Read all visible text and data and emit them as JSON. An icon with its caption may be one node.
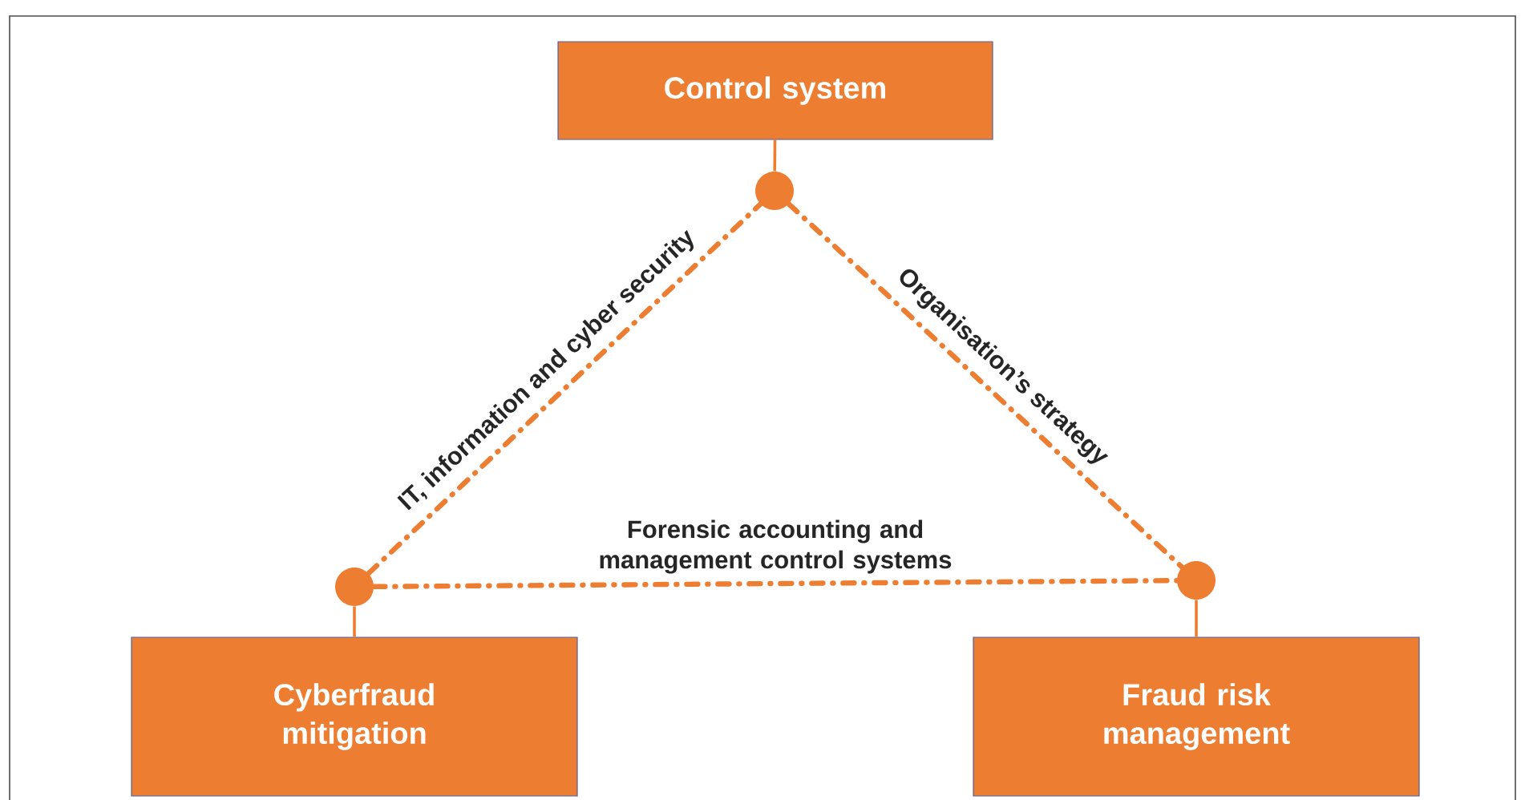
{
  "diagram": {
    "nodes": [
      {
        "text": [
          "Control system"
        ]
      },
      {
        "text": [],
        "shape": "circle"
      },
      {
        "text": [],
        "shape": "circle"
      },
      {
        "text": [],
        "shape": "circle"
      },
      {
        "text": [
          "Cyberfraud mitigation"
        ]
      },
      {
        "text": [
          "Fraud risk management"
        ]
      }
    ],
    "edges": [
      {
        "from": 0,
        "to": 1,
        "arrow": "none"
      },
      {
        "from": 4,
        "to": 2,
        "arrow": "none"
      },
      {
        "from": 5,
        "to": 3,
        "arrow": "none"
      },
      {
        "from": 2,
        "to": 1,
        "arrow": "none",
        "style": "dashed",
        "label": "IT, information and cyber security"
      },
      {
        "from": 1,
        "to": 3,
        "arrow": "none",
        "style": "dashed",
        "label": "Organisation’s strategy"
      },
      {
        "from": 2,
        "to": 3,
        "arrow": "none",
        "style": "dashed",
        "label": "Forensic accounting and management control systems"
      }
    ]
  }
}
